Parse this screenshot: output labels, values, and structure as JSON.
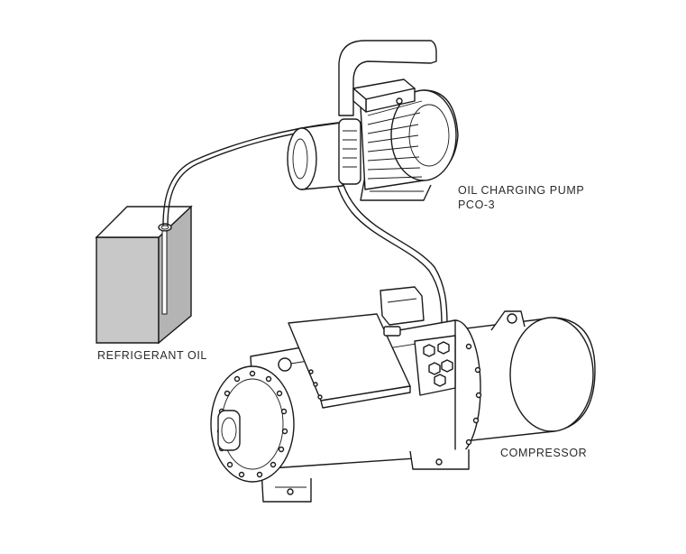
{
  "labels": {
    "pump_name": "OIL CHARGING PUMP",
    "pump_model": "PCO-3",
    "oil": "REFRIGERANT OIL",
    "compressor": "COMPRESSOR"
  },
  "colors": {
    "line": "#1a1a1a",
    "container_front": "#c8c8c8",
    "container_side": "#b4b4b4",
    "background": "#ffffff"
  }
}
